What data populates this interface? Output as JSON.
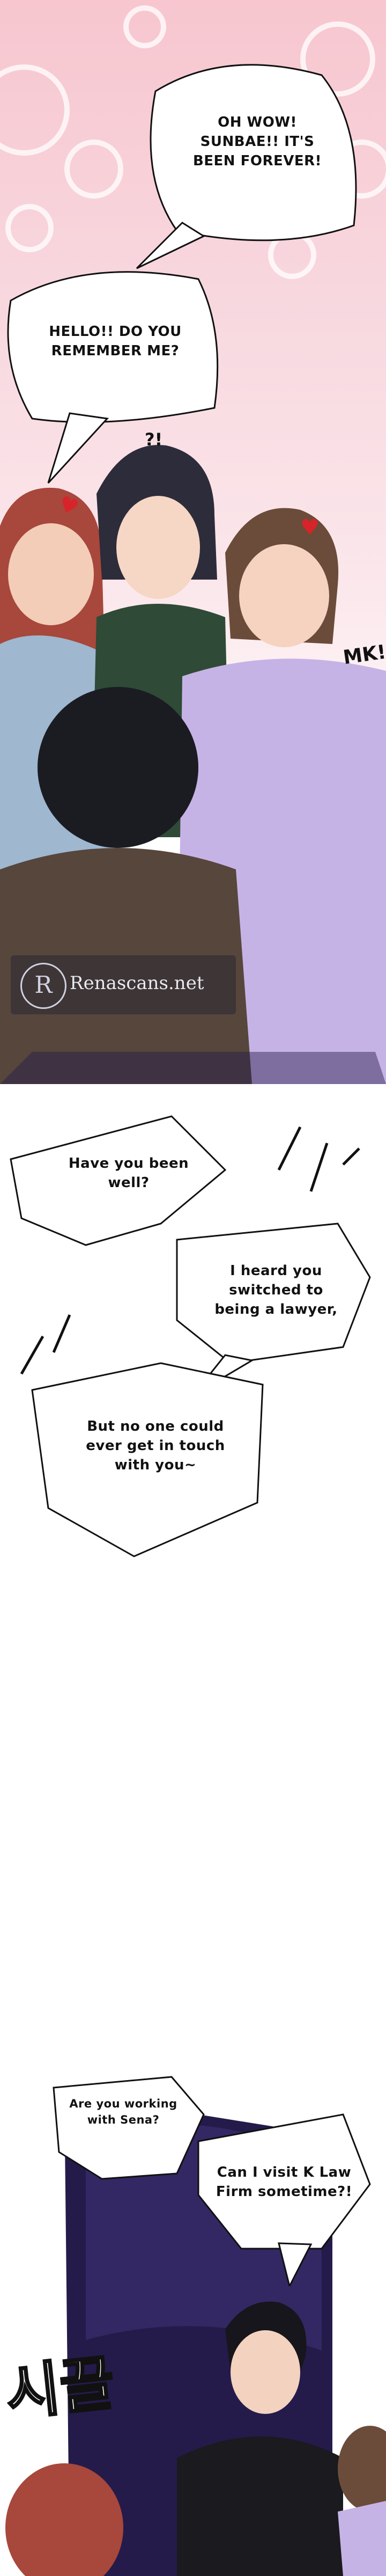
{
  "panel1": {
    "bubble_a": "Oh wow! Sunbae!! It's been forever!",
    "bubble_b": "Hello!! Do you remember me?",
    "sfx_q": "?!",
    "sfx_mk": "MK!"
  },
  "watermark": {
    "text": "Renascans.net"
  },
  "panel2": {
    "bubble_c": "Have you been well?",
    "bubble_d": "I heard you switched to being a lawyer,",
    "bubble_e": "But no one could ever get in touch with you~"
  },
  "panel3": {
    "bubble_f": "Are you working with Sena?",
    "bubble_g": "Can I visit K Law Firm sometime?!",
    "sfx_korean": "시끌"
  },
  "colors": {
    "pink_bg": "#f7c6cf",
    "night_bg": "#241b4a",
    "red_sfx": "#d8232a"
  }
}
